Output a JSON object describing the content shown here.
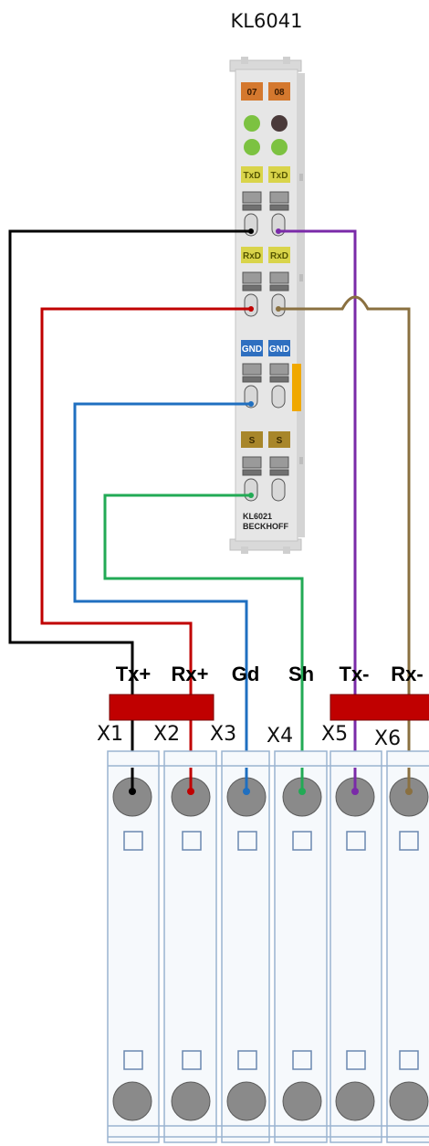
{
  "title": "KL6041",
  "module": {
    "top_tags": [
      "07",
      "08"
    ],
    "signal_labels": [
      "TxD",
      "TxD",
      "RxD",
      "RxD",
      "GND",
      "GND",
      "S",
      "S"
    ],
    "model": "KL6021",
    "brand": "BECKHOFF"
  },
  "terminals": [
    {
      "x_label": "X1",
      "signal": "Tx+",
      "red_bar": true
    },
    {
      "x_label": "X2",
      "signal": "Rx+",
      "red_bar": true
    },
    {
      "x_label": "X3",
      "signal": "Gd",
      "red_bar": false
    },
    {
      "x_label": "X4",
      "signal": "Sh",
      "red_bar": false
    },
    {
      "x_label": "X5",
      "signal": "Tx-",
      "red_bar": true
    },
    {
      "x_label": "X6",
      "signal": "Rx-",
      "red_bar": true
    }
  ],
  "colors": {
    "wire_x1": "#000000",
    "wire_x2": "#c00000",
    "wire_x3": "#1f6fc0",
    "wire_x4": "#22aa55",
    "wire_x5": "#7a2aa8",
    "wire_x6": "#8a7040",
    "tag_orange": "#d4782e",
    "tag_yellow": "#d9d44a",
    "tag_blue": "#2e6fc0",
    "tag_gold": "#a8862a",
    "led_green": "#7cc241",
    "terminal_red": "#c00000"
  }
}
